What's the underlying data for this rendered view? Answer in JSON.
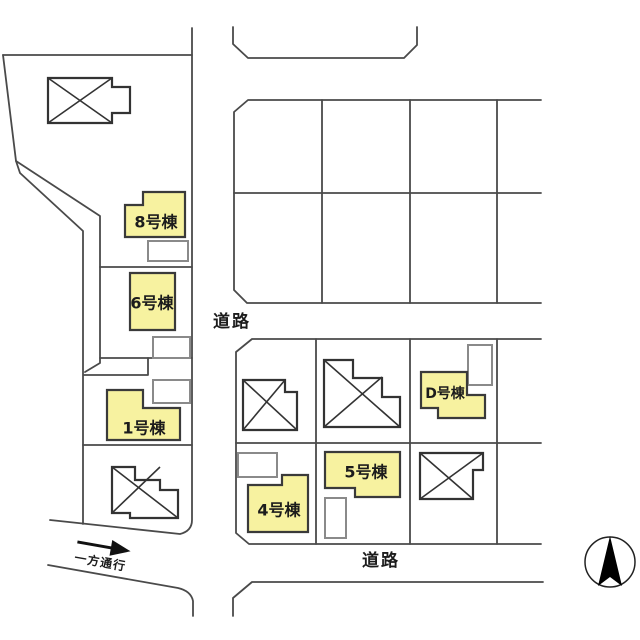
{
  "plan": {
    "buildings": {
      "b8": {
        "label": "8号棟"
      },
      "b6": {
        "label": "6号棟"
      },
      "b1": {
        "label": "1号棟"
      },
      "b4": {
        "label": "4号棟"
      },
      "b5": {
        "label": "5号棟"
      },
      "bd": {
        "label": "D号棟"
      }
    },
    "roads": {
      "middle_label": "道路",
      "bottom_label": "道路"
    },
    "one_way": {
      "label": "一方通行"
    },
    "icons": {
      "compass": "north-arrow-icon",
      "one_way_arrow": "right-arrow-icon"
    },
    "colors": {
      "building_highlight": "#f7f2a0",
      "outline": "#3a3a3a",
      "parking_outline": "#8a8a8a",
      "background": "#ffffff"
    }
  }
}
